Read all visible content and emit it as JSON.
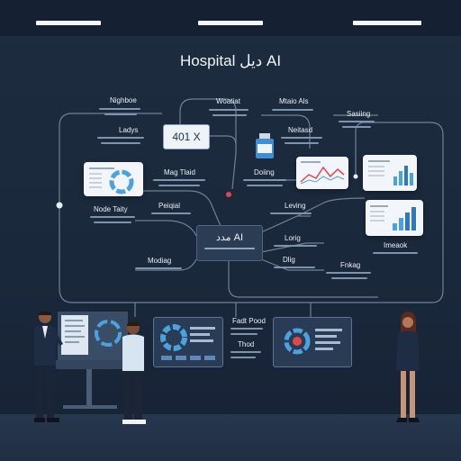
{
  "title": "Hospital ديل AI",
  "center_node": {
    "label": "مدد AI"
  },
  "badge": {
    "label": "401 X"
  },
  "node_labels": {
    "top_left": "Nighboe",
    "top_center": "Woatiat",
    "top_right_a": "Mtaio Als",
    "top_right_b": "Sasiing",
    "left_upper": "Ladys",
    "right_mid_top": "Neitasd",
    "mid_upper": "Mag Tlaid",
    "mid_right": "Doiing",
    "left_mid": "Node Taity",
    "mid_mid": "Peiqial",
    "right_mid": "Leving",
    "right_lower": "Lorig",
    "right_low": "Imeaok",
    "mid_low_right": "Dlig",
    "left_low": "Modiag",
    "right_bottom": "Fnkag",
    "bottom_center_a": "Fadt Pood",
    "bottom_center_b": "Thod"
  },
  "colors": {
    "background": "#1c2a3d",
    "connector": "#6f8196",
    "accent_blue": "#3d8fd6",
    "accent_red": "#e0474c",
    "card": "#f2f5f9"
  },
  "icons": [
    "pie-chart-icon",
    "line-chart-icon",
    "bar-chart-icon",
    "medicine-bottle-icon",
    "ring-chart-icon"
  ]
}
